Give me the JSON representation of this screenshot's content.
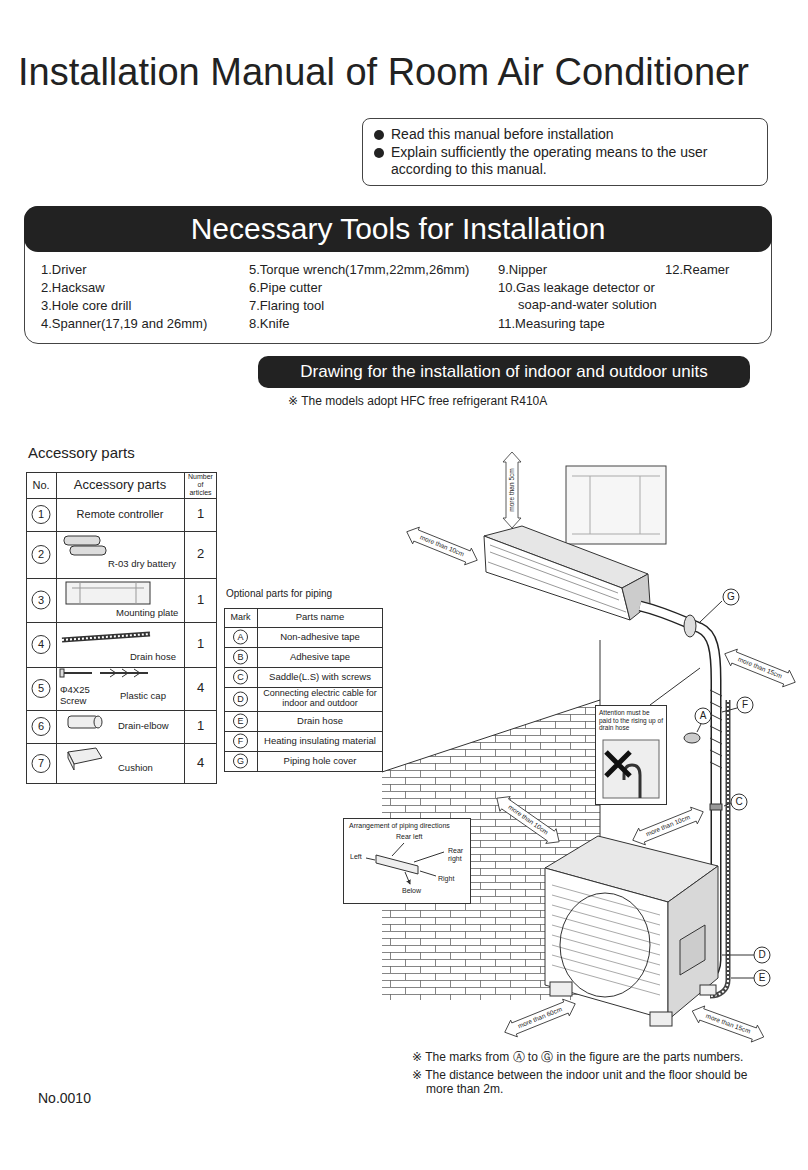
{
  "diagram": {
    "title": "Installation Manual of Room Air Conditioner",
    "nodes": [
      {
        "text": [
          "Read this manual before installation",
          "Explain sufficiently the operating means to the user according to this manual."
        ]
      },
      {
        "text": [
          "Necessary Tools for Installation",
          "1.Driver",
          "2.Hacksaw",
          "3.Hole core drill",
          "4.Spanner(17,19 and 26mm)",
          "5.Torque wrench(17mm,22mm,26mm)",
          "6.Pipe cutter",
          "7.Flaring tool",
          "8.Knife",
          "9.Nipper",
          "10.Gas leakage detector or soap-and-water solution",
          "11.Measuring tape",
          "12.Reamer"
        ]
      },
      {
        "text": [
          "Drawing for the installation of indoor and outdoor units"
        ]
      },
      {
        "text": [
          "Attention must be paid to the rising up of drain hose"
        ]
      },
      {
        "text": [
          "Arrangement of piping directions",
          "Rear left",
          "Left",
          "Rear right",
          "Right",
          "Below"
        ]
      }
    ],
    "labels": [
      "※ The models adopt HFC free refrigerant R410A",
      "Accessory parts",
      "No.",
      "Accessory parts",
      "Number of articles",
      "1",
      "Remote controller",
      "1",
      "2",
      "R-03 dry battery",
      "2",
      "3",
      "Mounting plate",
      "1",
      "4",
      "Drain hose",
      "1",
      "5",
      "Φ4X25 Screw",
      "Plastic cap",
      "4",
      "6",
      "Drain-elbow",
      "1",
      "7",
      "Cushion",
      "4",
      "Optional parts for piping",
      "Mark",
      "Parts name",
      "A",
      "Non-adhesive tape",
      "B",
      "Adhesive tape",
      "C",
      "Saddle(L.S) with screws",
      "D",
      "Connecting electric cable for indoor and outdoor",
      "E",
      "Drain hose",
      "F",
      "Heating insulating material",
      "G",
      "Piping hole cover",
      "more than 5cm",
      "more than 10cm",
      "more than 15cm",
      "G",
      "A",
      "F",
      "C",
      "more than 10cm",
      "more than 10cm",
      "D",
      "E",
      "more than 60cm",
      "more than 15cm",
      "※ The marks from Ⓐ to Ⓖ in the figure are the parts numbers.",
      "※ The distance between the indoor unit and the floor should be more than 2m.",
      "No.0010"
    ]
  }
}
